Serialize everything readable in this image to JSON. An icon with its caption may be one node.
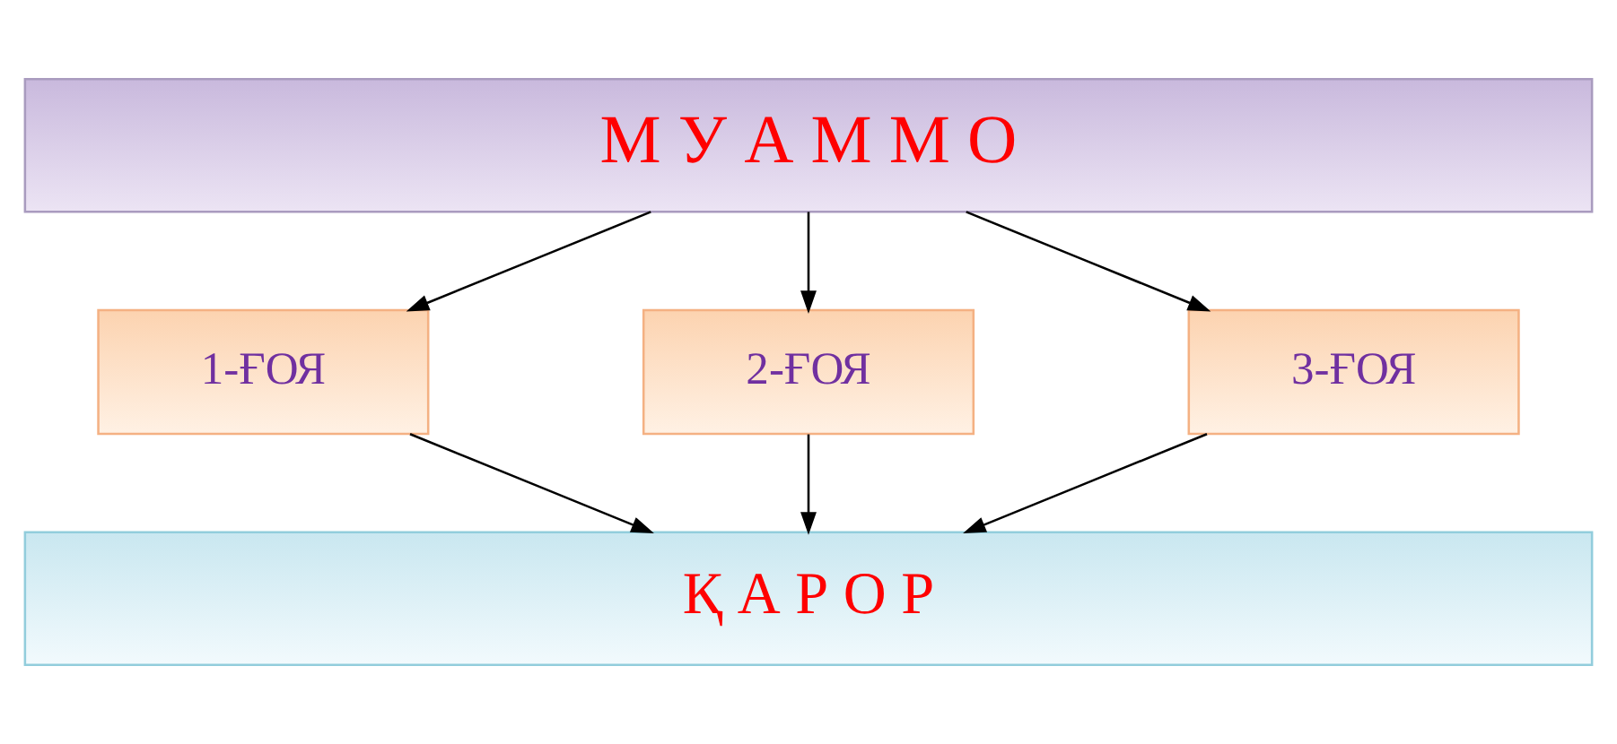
{
  "diagram": {
    "nodes": [
      {
        "text": [
          "М У А М М О"
        ]
      },
      {
        "text": [
          "1-ҒОЯ"
        ]
      },
      {
        "text": [
          "2-ҒОЯ"
        ]
      },
      {
        "text": [
          "3-ҒОЯ"
        ]
      },
      {
        "text": [
          "Қ А Р О Р"
        ]
      }
    ],
    "edges": [
      {
        "from": 0,
        "to": 1,
        "arrow": "to"
      },
      {
        "from": 0,
        "to": 2,
        "arrow": "to"
      },
      {
        "from": 0,
        "to": 3,
        "arrow": "to"
      },
      {
        "from": 1,
        "to": 4,
        "arrow": "to"
      },
      {
        "from": 2,
        "to": 4,
        "arrow": "to"
      },
      {
        "from": 3,
        "to": 4,
        "arrow": "to"
      }
    ]
  }
}
